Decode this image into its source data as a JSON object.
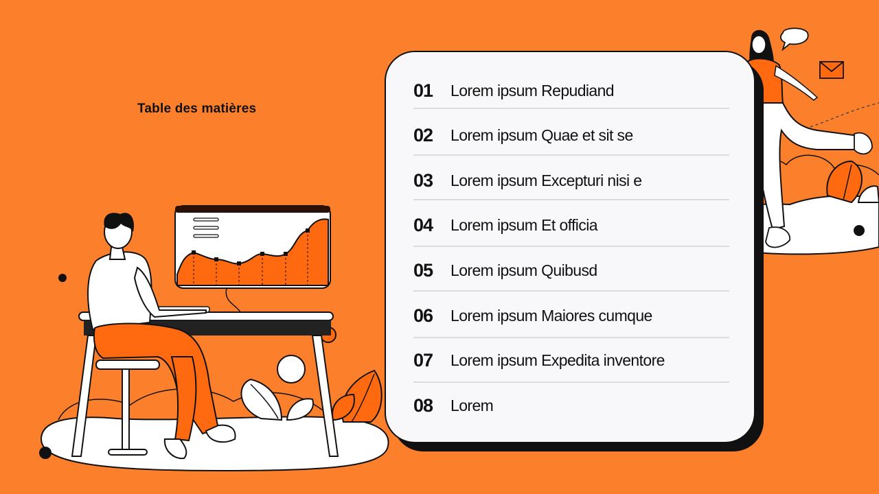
{
  "page": {
    "title": "Table des matières",
    "background": "#FC802B",
    "accent": "#FF6A10",
    "card_background": "#F8F8FA"
  },
  "toc": {
    "items": [
      {
        "number": "01",
        "label": "Lorem ipsum Repudiand"
      },
      {
        "number": "02",
        "label": "Lorem ipsum Quae et sit se"
      },
      {
        "number": "03",
        "label": "Lorem ipsum Excepturi nisi e"
      },
      {
        "number": "04",
        "label": "Lorem ipsum Et officia"
      },
      {
        "number": "05",
        "label": "Lorem ipsum Quibusd"
      },
      {
        "number": "06",
        "label": "Lorem ipsum Maiores cumque"
      },
      {
        "number": "07",
        "label": "Lorem ipsum Expedita inventore"
      },
      {
        "number": "08",
        "label": "Lorem"
      }
    ]
  },
  "illustrations": {
    "left": "person-at-desk-with-chart-illustration",
    "right": "walking-woman-with-messages-illustration"
  }
}
